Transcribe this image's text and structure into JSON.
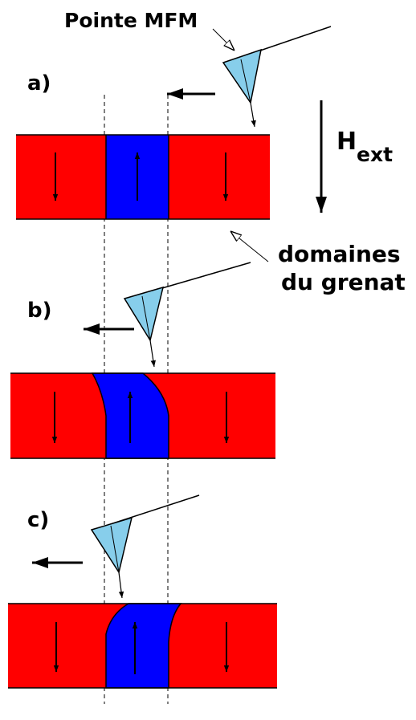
{
  "labels": {
    "tip": "Pointe MFM",
    "panel_a": "a)",
    "panel_b": "b)",
    "panel_c": "c)",
    "field_main": "H",
    "field_sub": "ext",
    "domains_line1": "domaines",
    "domains_line2": "du grenat"
  },
  "colors": {
    "domain_down": "#ff0000",
    "domain_up": "#0000ff",
    "tip": "#87ceeb",
    "ink": "#000000"
  },
  "icons": {
    "magnetization_down": "arrow-down-icon",
    "magnetization_up": "arrow-up-icon",
    "scan_direction": "arrow-left-icon",
    "field_direction": "arrow-down-icon"
  }
}
